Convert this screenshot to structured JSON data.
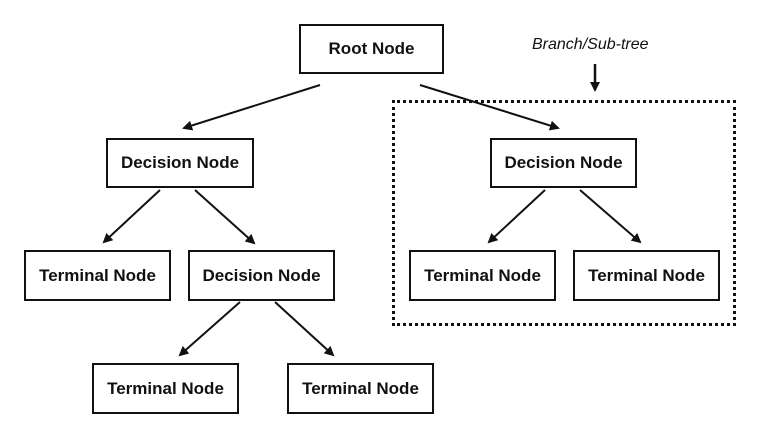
{
  "diagram": {
    "root": "Root Node",
    "decision_left": "Decision Node",
    "decision_right": "Decision Node",
    "terminal_left_left": "Terminal Node",
    "decision_left_right": "Decision Node",
    "terminal_right_left": "Terminal Node",
    "terminal_right_right": "Terminal Node",
    "terminal_lr_left": "Terminal Node",
    "terminal_lr_right": "Terminal Node",
    "subtree_label": "Branch/Sub-tree"
  },
  "colors": {
    "stroke": "#111111",
    "background": "#ffffff"
  }
}
